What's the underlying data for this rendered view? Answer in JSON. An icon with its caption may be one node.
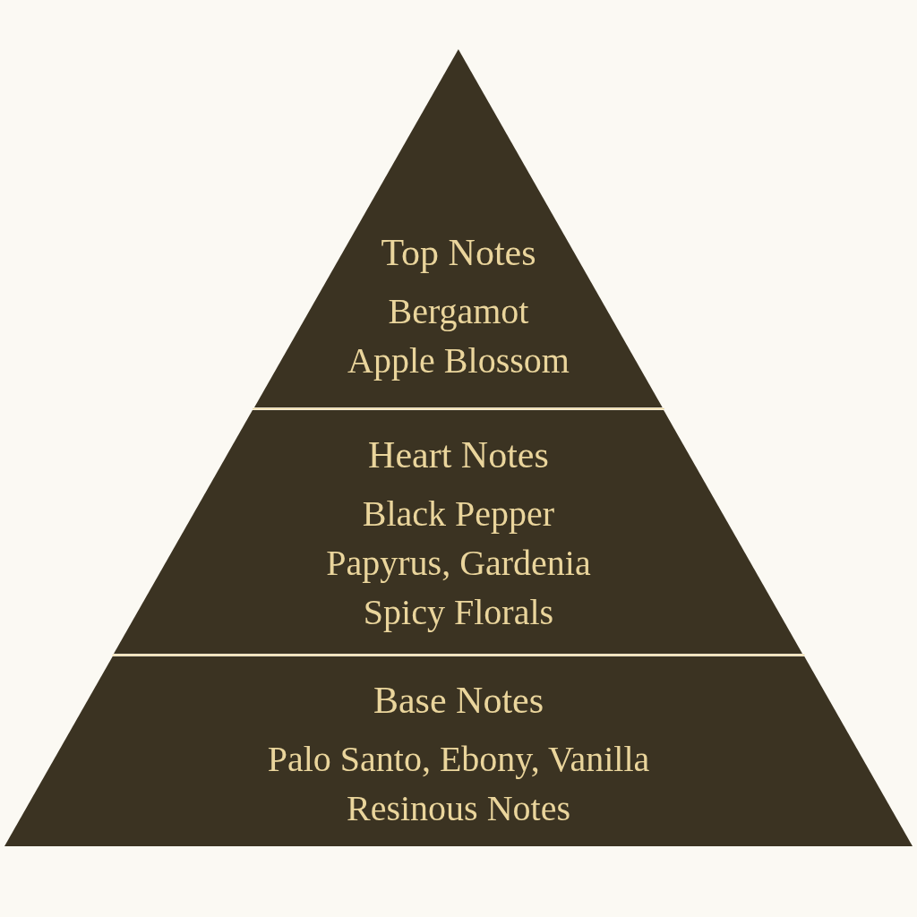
{
  "diagram": {
    "nodes": [
      {
        "text": [
          "Top Notes",
          "Bergamot",
          "Apple Blossom"
        ]
      },
      {
        "text": [
          "Heart Notes",
          "Black Pepper",
          "Papyrus, Gardenia",
          "Spicy Florals"
        ]
      },
      {
        "text": [
          "Base Notes",
          "Palo Santo, Ebony, Vanilla",
          "Resinous Notes"
        ]
      }
    ]
  }
}
